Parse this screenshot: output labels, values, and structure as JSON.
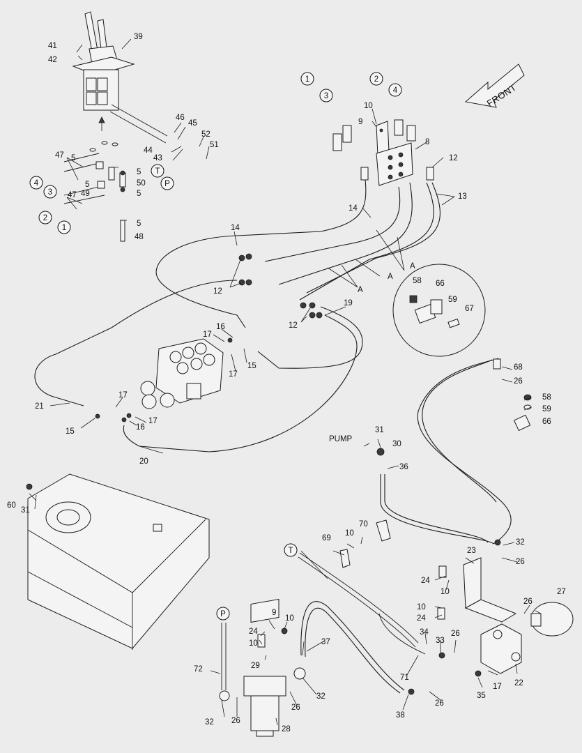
{
  "front_label": "FRONT",
  "pump_label": "PUMP",
  "callouts": {
    "c41": "41",
    "c42": "42",
    "c39": "39",
    "c46": "46",
    "c45": "45",
    "c44": "44",
    "c43": "43",
    "c52": "52",
    "c51": "51",
    "c47a": "47",
    "c5a": "5",
    "c5b": "5",
    "c49": "49",
    "c47b": "47",
    "c5c": "5",
    "c50": "50",
    "c5d": "5",
    "c5e": "5",
    "c48": "48",
    "c10a": "10",
    "c9a": "9",
    "c8": "8",
    "c12a": "12",
    "c13": "13",
    "c14a": "14",
    "c14b": "14",
    "c12b": "12",
    "cA1": "A",
    "cA2": "A",
    "cA3": "A",
    "c19": "19",
    "c12c": "12",
    "c58a": "58",
    "c66a": "66",
    "c59a": "59",
    "c67": "67",
    "c16a": "16",
    "c17a": "17",
    "c15a": "15",
    "c17b": "17",
    "c21": "21",
    "c15b": "15",
    "c17c": "17",
    "c16b": "16",
    "c20": "20",
    "c68": "68",
    "c26a": "26",
    "c58b": "58",
    "c59b": "59",
    "c66b": "66",
    "c31a": "31",
    "c30": "30",
    "c36": "36",
    "c60": "60",
    "c31b": "31",
    "c70": "70",
    "c10b": "10",
    "c69": "69",
    "c32a": "32",
    "c23": "23",
    "c26b": "26",
    "c24a": "24",
    "c10c": "10",
    "c27": "27",
    "c10d": "10",
    "c24b": "24",
    "c26c": "26",
    "c34": "34",
    "c33": "33",
    "c26d": "26",
    "c22": "22",
    "c9b": "9",
    "c24c": "24",
    "c10e": "10",
    "c10f": "10",
    "c37": "37",
    "c29": "29",
    "c72": "72",
    "c71": "71",
    "c17d": "17",
    "c35": "35",
    "c32b": "32",
    "c26e": "26",
    "c26f": "26",
    "c32c": "32",
    "c38": "38",
    "c26g": "26",
    "c28": "28"
  },
  "circled": {
    "o1a": "1",
    "o3a": "3",
    "o2a": "2",
    "o4a": "4",
    "o4b": "4",
    "o3b": "3",
    "o2b": "2",
    "o1b": "1",
    "oTa": "T",
    "oPa": "P",
    "oTb": "T",
    "oPb": "P"
  }
}
